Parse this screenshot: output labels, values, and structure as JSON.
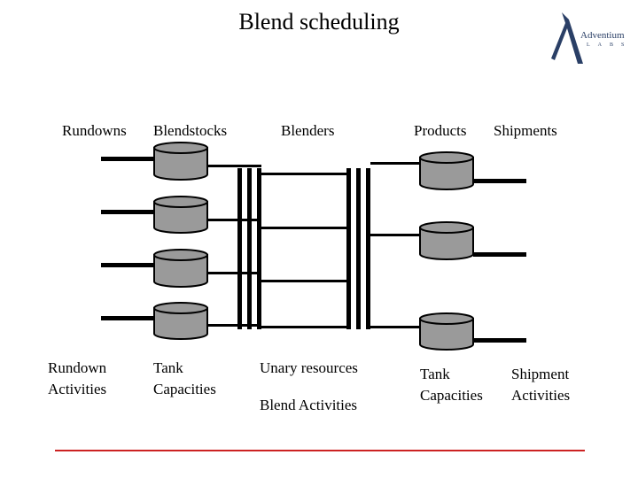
{
  "title": "Blend scheduling",
  "logo": {
    "word": "Adventium",
    "sub": "LABS"
  },
  "headers": {
    "rundowns": "Rundowns",
    "blendstocks": "Blendstocks",
    "blenders": "Blenders",
    "products": "Products",
    "shipments": "Shipments"
  },
  "labels": {
    "rundown_activities": [
      "Rundown",
      "Activities"
    ],
    "tank_capacities_left": [
      "Tank",
      "Capacities"
    ],
    "unary_resources": "Unary resources",
    "blend_activities": "Blend Activities",
    "tank_capacities_right": [
      "Tank",
      "Capacities"
    ],
    "shipment_activities": [
      "Shipment",
      "Activities"
    ]
  },
  "colors": {
    "tank_fill": "#9a9a9a",
    "line": "#000000",
    "footer_rule": "#cc2222",
    "logo": "#2a3f66"
  }
}
